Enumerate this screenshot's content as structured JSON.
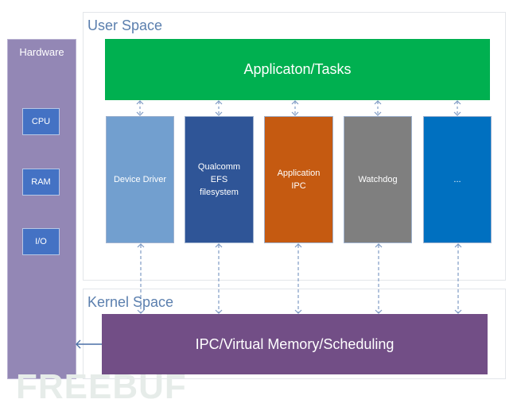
{
  "user_space": {
    "title": "User Space"
  },
  "kernel_space": {
    "title": "Kernel Space"
  },
  "hardware": {
    "title": "Hardware",
    "items": [
      "CPU",
      "RAM",
      "I/O"
    ]
  },
  "applications": {
    "label": "Applicaton/Tasks",
    "color": "#00b050"
  },
  "components": [
    {
      "label": "Device Driver",
      "color": "#729fcf"
    },
    {
      "label": "Qualcomm\nEFS\nfilesystem",
      "color": "#2f5597"
    },
    {
      "label": "Application\nIPC",
      "color": "#c55a11"
    },
    {
      "label": "Watchdog",
      "color": "#7f7f7f"
    },
    {
      "label": "...",
      "color": "#0070c0"
    }
  ],
  "kernel": {
    "label": "IPC/Virtual Memory/Scheduling",
    "color": "#724e86"
  },
  "watermark": {
    "text": "FREEBUF"
  }
}
